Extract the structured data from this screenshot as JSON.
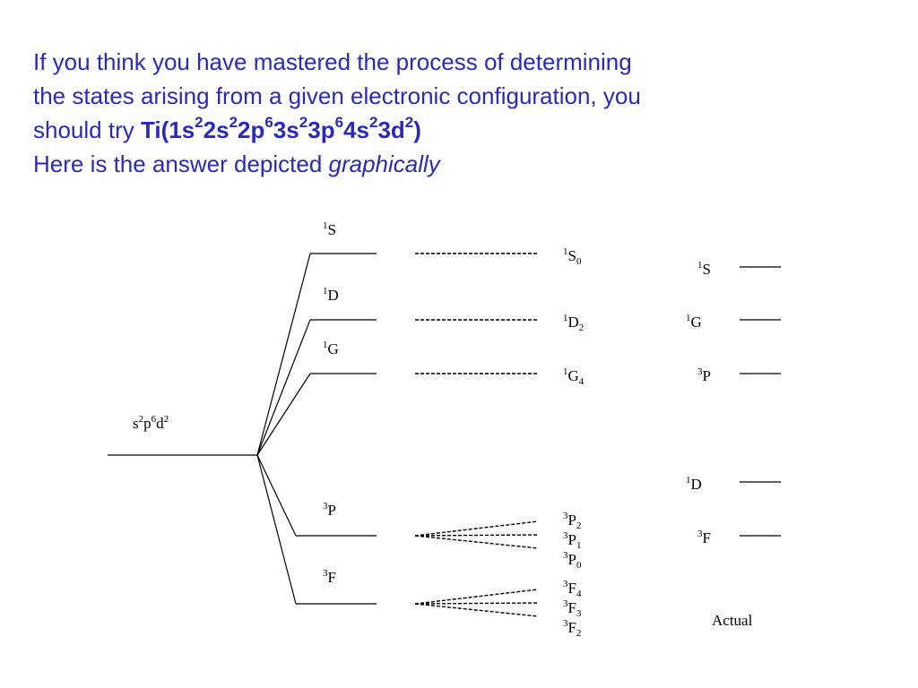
{
  "intro": {
    "line1": "If you think you have mastered the process of determining",
    "line2": "the states arising from a given electronic configuration, you",
    "line3_prefix": "should try ",
    "config_parts": [
      {
        "base": "Ti(1s",
        "sup": "2"
      },
      {
        "base": "2s",
        "sup": "2"
      },
      {
        "base": "2p",
        "sup": "6"
      },
      {
        "base": "3s",
        "sup": "2"
      },
      {
        "base": "3p",
        "sup": "6"
      },
      {
        "base": "4s",
        "sup": "2"
      },
      {
        "base": "3d",
        "sup": "2"
      },
      {
        "base": ")",
        "sup": ""
      }
    ],
    "line4_prefix": "Here is the answer depicted ",
    "line4_emph": "graphically"
  },
  "diagram": {
    "configuration": {
      "parts": [
        {
          "text": "s",
          "sup": "2"
        },
        {
          "text": "p",
          "sup": "6"
        },
        {
          "text": "d",
          "sup": "2"
        }
      ]
    },
    "terms": [
      {
        "mult": "1",
        "letter": "S",
        "levels": [
          {
            "mult": "1",
            "letter": "S",
            "j": "0"
          }
        ]
      },
      {
        "mult": "1",
        "letter": "D",
        "levels": [
          {
            "mult": "1",
            "letter": "D",
            "j": "2"
          }
        ]
      },
      {
        "mult": "1",
        "letter": "G",
        "levels": [
          {
            "mult": "1",
            "letter": "G",
            "j": "4"
          }
        ]
      },
      {
        "mult": "3",
        "letter": "P",
        "levels": [
          {
            "mult": "3",
            "letter": "P",
            "j": "2"
          },
          {
            "mult": "3",
            "letter": "P",
            "j": "1"
          },
          {
            "mult": "3",
            "letter": "P",
            "j": "0"
          }
        ]
      },
      {
        "mult": "3",
        "letter": "F",
        "levels": [
          {
            "mult": "3",
            "letter": "F",
            "j": "4"
          },
          {
            "mult": "3",
            "letter": "F",
            "j": "3"
          },
          {
            "mult": "3",
            "letter": "F",
            "j": "2"
          }
        ]
      }
    ],
    "actual": {
      "caption": "Actual",
      "terms": [
        {
          "mult": "1",
          "letter": "S"
        },
        {
          "mult": "1",
          "letter": "G"
        },
        {
          "mult": "3",
          "letter": "P"
        },
        {
          "mult": "1",
          "letter": "D"
        },
        {
          "mult": "3",
          "letter": "F"
        }
      ]
    }
  }
}
